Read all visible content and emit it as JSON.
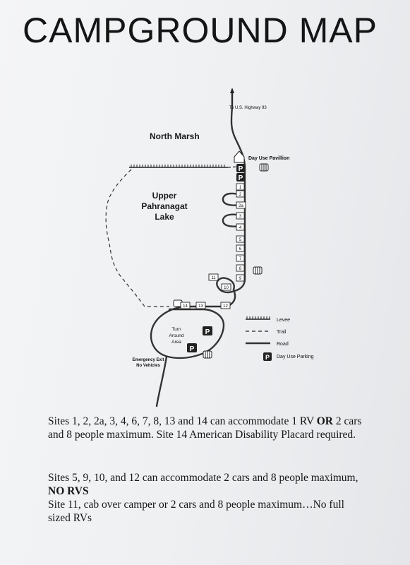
{
  "title": "CAMPGROUND MAP",
  "map": {
    "highway_label": "To U.S. Highway 93",
    "north_marsh": "North Marsh",
    "lake_line1": "Upper",
    "lake_line2": "Pahranagat",
    "lake_line3": "Lake",
    "pavilion": "Day Use Pavillion",
    "turnaround_line1": "Turn",
    "turnaround_line2": "Around",
    "turnaround_line3": "Area",
    "exit_line1": "Emergency Exit",
    "exit_line2": "No Vehicles",
    "parking_symbol": "P",
    "sites": [
      "1",
      "2",
      "2a",
      "3",
      "4",
      "5",
      "6",
      "7",
      "8",
      "9",
      "10",
      "11",
      "12",
      "13",
      "14"
    ],
    "legend": {
      "levee": "Levee",
      "trail": "Trail",
      "road": "Road",
      "parking": "Day Use Parking"
    }
  },
  "notes": {
    "p1_a": "Sites 1, 2, 2a, 3, 4, 6, 7, 8, 13 and 14 can accommodate 1 RV ",
    "p1_or": "OR",
    "p1_b": " 2 cars and 8 people maximum.  Site 14 American Disability Placard required.",
    "p2_a": "Sites 5, 9, 10, and 12 can accommodate 2 cars and 8 people maximum, ",
    "p2_norvs": "NO RVS",
    "p3": "Site 11, cab over camper or 2 cars and 8 people maximum…No full sized RVs"
  }
}
